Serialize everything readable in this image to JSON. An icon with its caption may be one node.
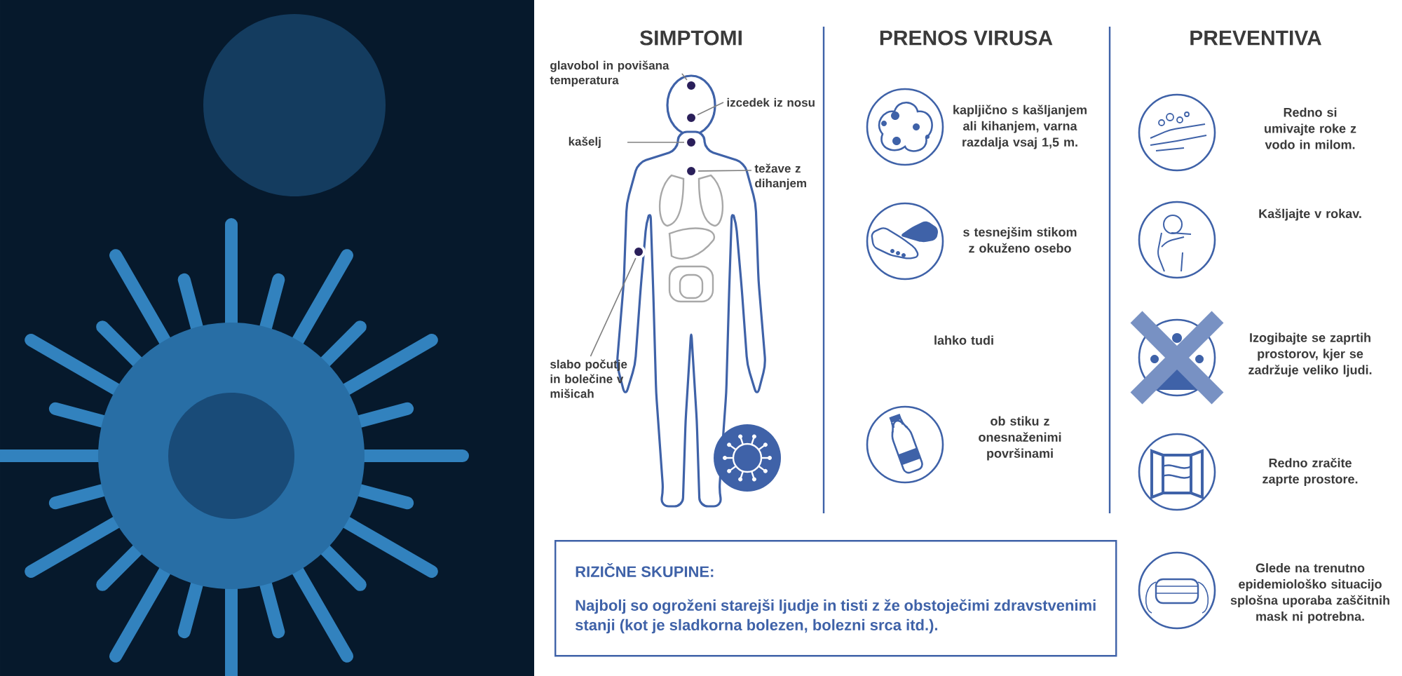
{
  "diagram": {
    "nodes": [
      {
        "text": [
          "glavobol in povišana temperatura"
        ]
      },
      {
        "text": [],
        "shape": "circle"
      },
      {
        "text": [
          "izcedek iz nosu"
        ]
      },
      {
        "text": [],
        "shape": "circle"
      },
      {
        "text": [
          "kašelj"
        ]
      },
      {
        "text": [],
        "shape": "circle"
      },
      {
        "text": [
          "težave z dihanjem"
        ]
      },
      {
        "text": [],
        "shape": "circle"
      },
      {
        "text": [
          "slabo počutje in bolečine v mišicah"
        ]
      },
      {
        "text": [],
        "shape": "circle"
      },
      {
        "text": [
          "RIZIČNE SKUPINE:",
          "Najbolj so ogroženi starejši ljudje in tisti z že obstoječimi zdravstvenimi stanji (kot je sladkorna bolezen, bolezni srca itd.)."
        ]
      }
    ],
    "edges": [
      {
        "from": 0,
        "to": 1,
        "arrow": "none"
      },
      {
        "from": 2,
        "to": 3,
        "arrow": "none"
      },
      {
        "from": 4,
        "to": 5,
        "arrow": "none"
      },
      {
        "from": 6,
        "to": 7,
        "arrow": "none"
      },
      {
        "from": 8,
        "to": 9,
        "arrow": "none"
      }
    ],
    "labels": [
      "SIMPTOMI",
      "PRENOS VIRUSA",
      "PREVENTIVA",
      "kapljično s kašljanjem ali kihanjem, varna razdalja vsaj 1,5 m.",
      "s tesnejšim stikom z okuženo osebo",
      "lahko tudi",
      "ob stiku z onesnaženimi površinami",
      "Redno si umivajte roke z vodo in milom.",
      "Kašljajte v rokav.",
      "Izogibajte se zaprtih prostorov, kjer se zadržuje veliko ljudi.",
      "Redno zračite zaprte prostore.",
      "Glede na trenutno epidemiološko situacijo splošna uporaba zaščitnih mask ni potrebna."
    ]
  }
}
